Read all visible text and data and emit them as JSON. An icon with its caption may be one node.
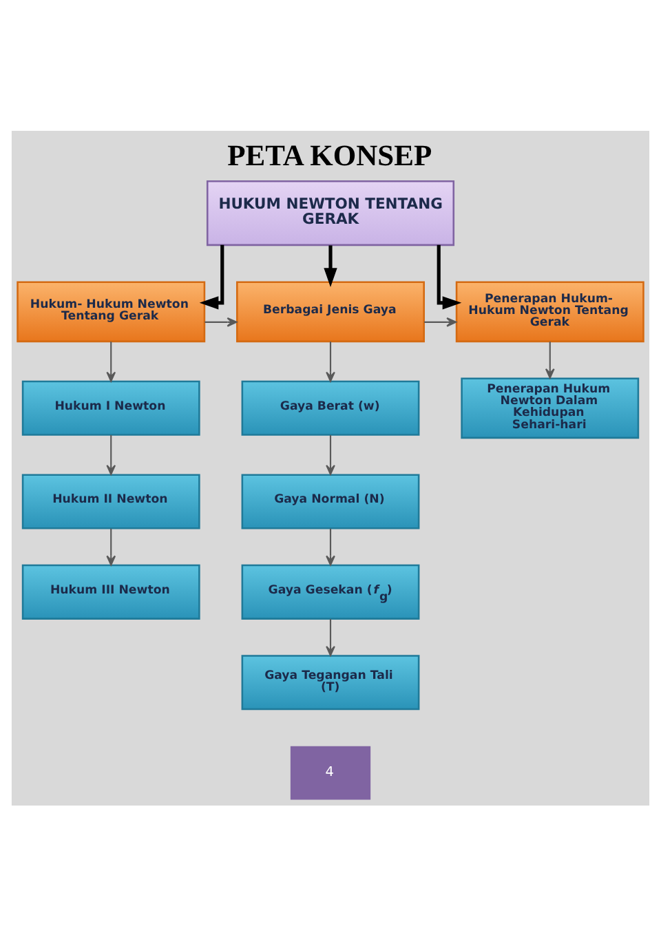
{
  "diagram": {
    "title": "PETA KONSEP",
    "nodes": [
      {
        "text": [
          "HUKUM NEWTON TENTANG GERAK"
        ]
      },
      {
        "text": [
          "Hukum- Hukum Newton Tentang Gerak"
        ]
      },
      {
        "text": [
          "Berbagai Jenis Gaya"
        ]
      },
      {
        "text": [
          "Penerapan Hukum- Hukum Newton Tentang Gerak"
        ]
      },
      {
        "text": [
          "Hukum I Newton"
        ]
      },
      {
        "text": [
          "Hukum II Newton"
        ]
      },
      {
        "text": [
          "Hukum III Newton"
        ]
      },
      {
        "text": [
          "Gaya Berat (w)"
        ]
      },
      {
        "text": [
          "Gaya Normal (N)"
        ]
      },
      {
        "text": [
          "Gaya Gesekan (*f*$_{g}$)"
        ]
      },
      {
        "text": [
          "Gaya Tegangan Tali (T)"
        ]
      },
      {
        "text": [
          "Penerapan Hukum Newton Dalam Kehidupan Sehari-hari"
        ]
      }
    ],
    "edges": [
      {
        "from": 0,
        "to": 1,
        "arrow": "to",
        "style": "thick",
        "color": "#000000"
      },
      {
        "from": 0,
        "to": 2,
        "arrow": "to",
        "style": "thick",
        "color": "#000000"
      },
      {
        "from": 0,
        "to": 3,
        "arrow": "to",
        "style": "thick",
        "color": "#000000"
      },
      {
        "from": 1,
        "to": 2,
        "arrow": "to"
      },
      {
        "from": 2,
        "to": 3,
        "arrow": "to"
      },
      {
        "from": 1,
        "to": 4,
        "arrow": "to"
      },
      {
        "from": 4,
        "to": 5,
        "arrow": "to"
      },
      {
        "from": 5,
        "to": 6,
        "arrow": "to"
      },
      {
        "from": 2,
        "to": 7,
        "arrow": "to"
      },
      {
        "from": 7,
        "to": 8,
        "arrow": "to"
      },
      {
        "from": 8,
        "to": 9,
        "arrow": "to"
      },
      {
        "from": 9,
        "to": 10,
        "arrow": "to"
      },
      {
        "from": 3,
        "to": 11,
        "arrow": "to"
      }
    ],
    "labels": [
      "4"
    ]
  }
}
